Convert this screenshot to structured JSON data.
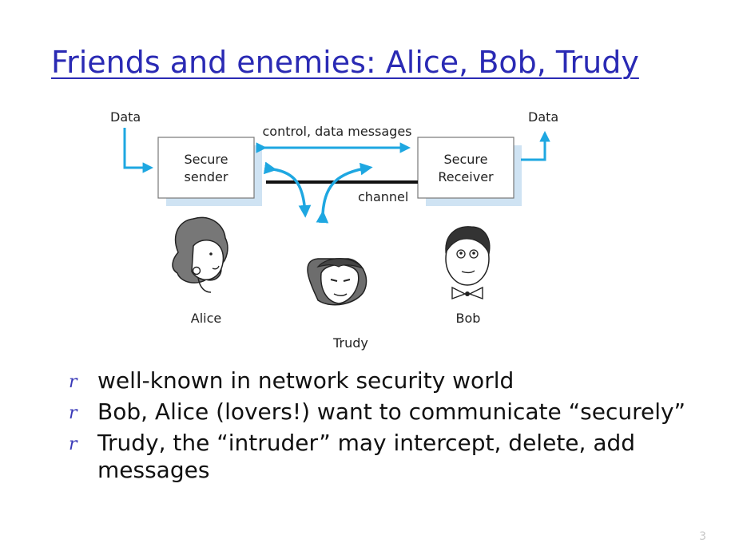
{
  "slide": {
    "title": "Friends and enemies: Alice, Bob, Trudy",
    "page_number": "3"
  },
  "diagram": {
    "data_in_label": "Data",
    "data_out_label": "Data",
    "sender_line1": "Secure",
    "sender_line2": "sender",
    "receiver_line1": "Secure",
    "receiver_line2": "Receiver",
    "messages_label": "control, data messages",
    "channel_label": "channel",
    "alice_label": "Alice",
    "trudy_label": "Trudy",
    "bob_label": "Bob",
    "arrow_color": "#1ea7e1",
    "box_shadow_color": "#cfe3f3"
  },
  "bullets": {
    "marker": "r",
    "items": [
      "well-known in network security world",
      "Bob, Alice (lovers!) want to communicate “securely”",
      "Trudy, the “intruder” may intercept, delete, add messages"
    ]
  }
}
